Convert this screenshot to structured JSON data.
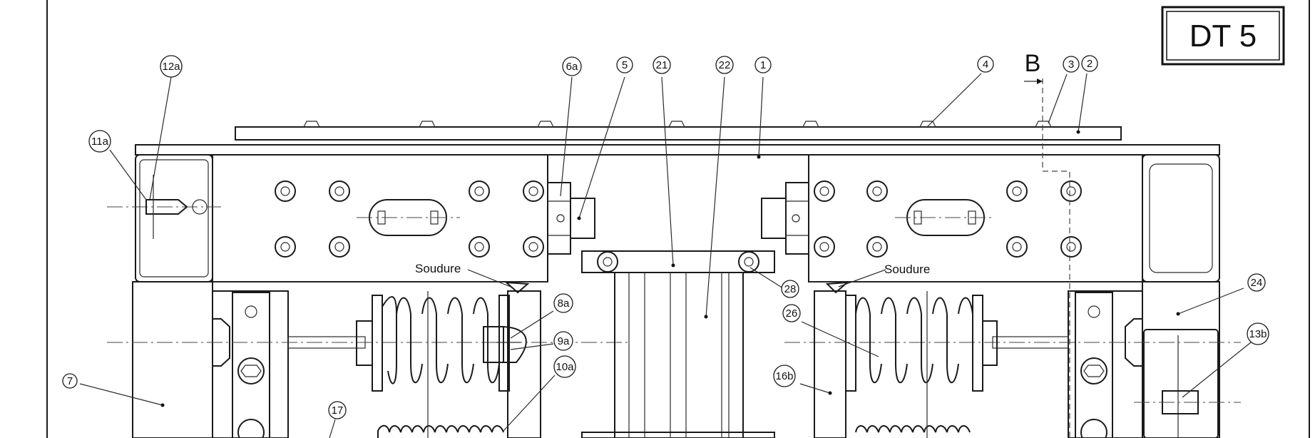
{
  "title": "DT 5",
  "section_marker": "B",
  "weld_notes": [
    "Soudure",
    "Soudure"
  ],
  "callouts": [
    "12a",
    "11a",
    "6a",
    "5",
    "21",
    "22",
    "1",
    "4",
    "3",
    "2",
    "8a",
    "9a",
    "10a",
    "28",
    "26",
    "24",
    "13b",
    "16b",
    "7",
    "17"
  ]
}
